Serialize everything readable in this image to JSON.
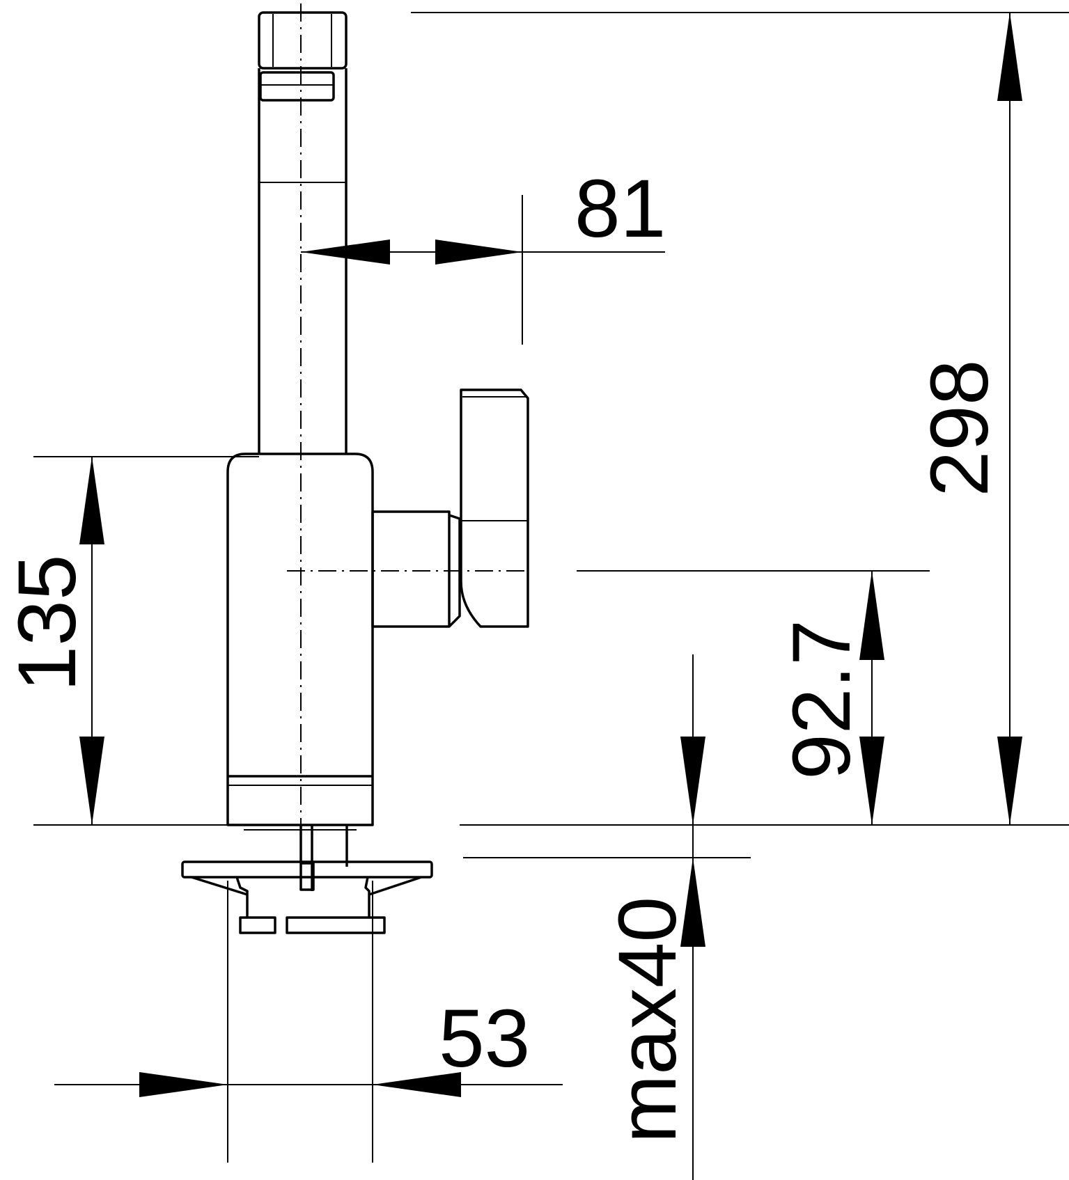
{
  "dimensions": {
    "spout_reach": "81",
    "total_height": "298",
    "body_height": "135",
    "handle_height": "92.7",
    "max_deck_thickness": "max40",
    "base_diameter": "53"
  }
}
